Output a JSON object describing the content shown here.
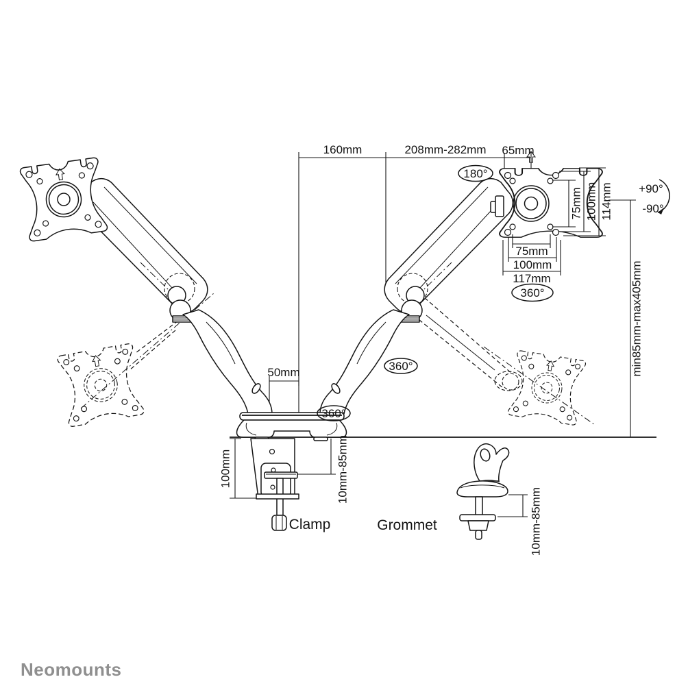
{
  "dims": {
    "reach_left": "160mm",
    "reach_right": "208mm-282mm",
    "vesa_offset": "65mm",
    "vesa_v75": "75mm",
    "vesa_v100": "100mm",
    "vesa_v114": "114mm",
    "vesa_h75": "75mm",
    "vesa_h100": "100mm",
    "vesa_h117": "117mm",
    "height_range": "min85mm-max405mm",
    "arm_spacing": "50mm",
    "clamp_drop": "100mm",
    "clamp_range": "10mm-85mm",
    "grommet_range": "10mm-85mm"
  },
  "rotations": {
    "pan": "180°",
    "vesa_rotate": "360°",
    "arm_swivel": "360°",
    "base_swivel": "360°",
    "tilt_up": "+90°",
    "tilt_down": "-90°"
  },
  "labels": {
    "clamp": "Clamp",
    "grommet": "Grommet"
  },
  "branding": {
    "logo": "Neomounts"
  },
  "colors": {
    "line": "#141414",
    "logo_gray": "#8f8f8f",
    "background": "#ffffff"
  }
}
